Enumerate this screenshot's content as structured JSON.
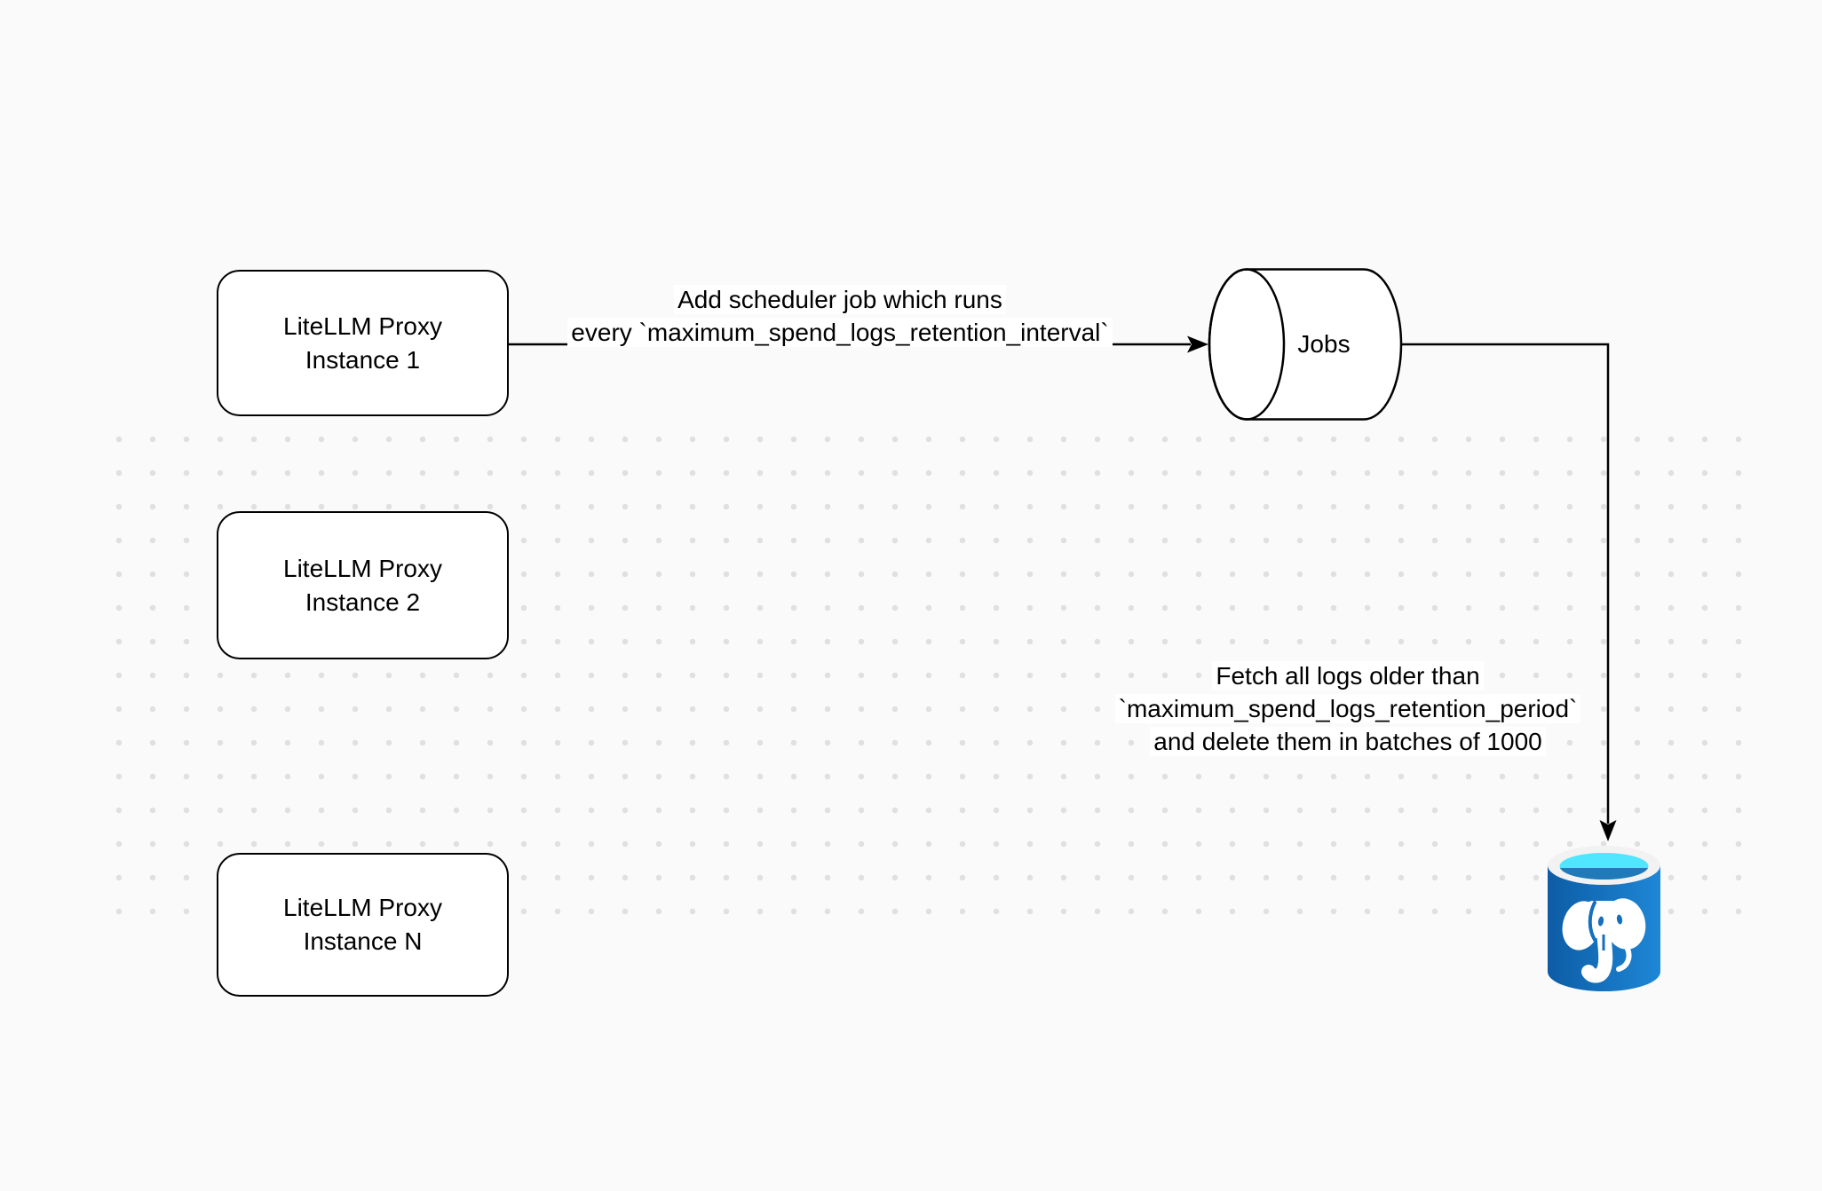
{
  "colors": {
    "canvas_bg": "#fafafa",
    "dot": "#e0e0e0",
    "shape_fill": "#ffffff",
    "stroke": "#000000",
    "label_bg": "#ffffff",
    "pg_body_dark": "#0d5ca5",
    "pg_body_light": "#1e87d6",
    "pg_rim": "#f2f2f2",
    "pg_inner_top": "#50e6ff",
    "pg_inner_bottom": "#2079b8",
    "pg_detail": "#1470bf"
  },
  "nodes": {
    "instance1": {
      "lines": [
        "LiteLLM Proxy",
        "Instance 1"
      ]
    },
    "instance2": {
      "lines": [
        "LiteLLM Proxy",
        "Instance 2"
      ]
    },
    "instance_n": {
      "lines": [
        "LiteLLM Proxy",
        "Instance N"
      ]
    },
    "jobs": {
      "label": "Jobs"
    },
    "postgres": {
      "icon": "postgresql-database-icon"
    }
  },
  "edges": {
    "add_scheduler": {
      "lines": [
        "Add scheduler job which runs",
        "every `maximum_spend_logs_retention_interval`"
      ]
    },
    "fetch_delete": {
      "lines": [
        "Fetch all logs older than",
        "`maximum_spend_logs_retention_period`",
        "and delete them in batches of 1000"
      ]
    }
  }
}
